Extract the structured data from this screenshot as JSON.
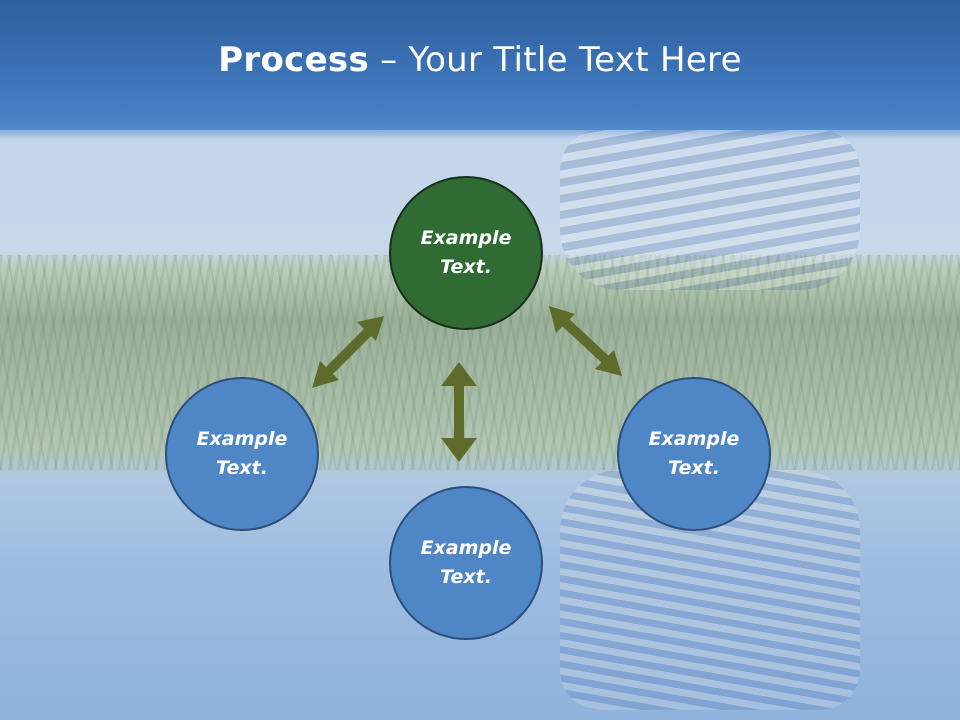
{
  "title": {
    "strong": "Process",
    "rest": " – Your Title Text Here"
  },
  "nodes": {
    "top": "Example Text.",
    "left": "Example Text.",
    "right": "Example Text.",
    "bottom": "Example Text."
  },
  "colors": {
    "title_bar": "#3b72b6",
    "center_node": "#2f6b33",
    "outer_node": "#4f86c6",
    "arrow": "#5f6b2b"
  }
}
